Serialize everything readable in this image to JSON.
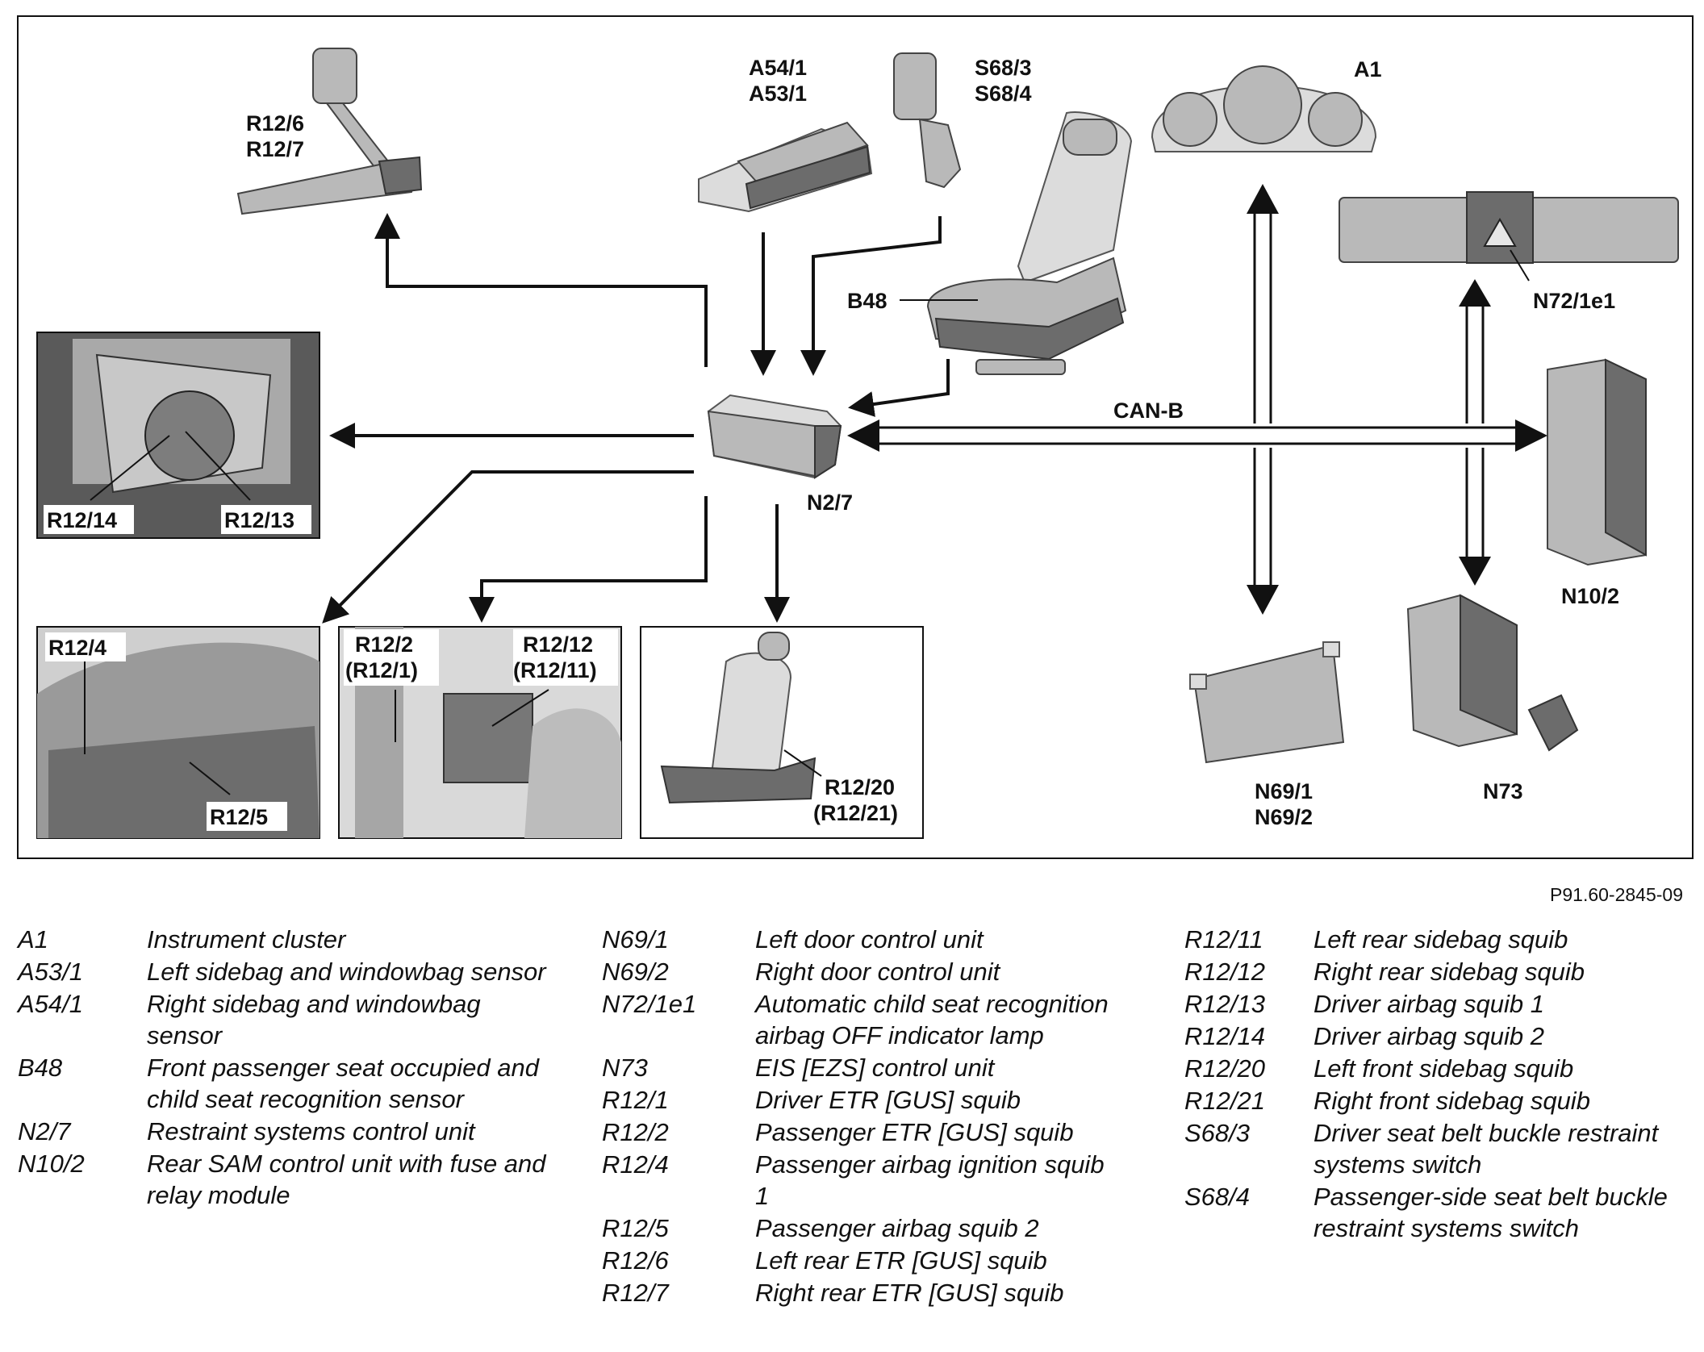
{
  "diagram": {
    "labels": {
      "r12_6": "R12/6",
      "r12_7": "R12/7",
      "a54_1": "A54/1",
      "a53_1": "A53/1",
      "s68_3": "S68/3",
      "s68_4": "S68/4",
      "a1": "A1",
      "b48": "B48",
      "n72_1e1": "N72/1e1",
      "can_b": "CAN-B",
      "n2_7": "N2/7",
      "n10_2": "N10/2",
      "r12_14": "R12/14",
      "r12_13": "R12/13",
      "r12_4": "R12/4",
      "r12_5": "R12/5",
      "r12_2": "R12/2",
      "r12_1p": "(R12/1)",
      "r12_12": "R12/12",
      "r12_11p": "(R12/11)",
      "r12_20": "R12/20",
      "r12_21p": "(R12/21)",
      "n69_1": "N69/1",
      "n69_2": "N69/2",
      "n73": "N73"
    }
  },
  "figure_id": "P91.60-2845-09",
  "legend": {
    "col1": [
      {
        "code": "A1",
        "desc": "Instrument cluster"
      },
      {
        "code": "A53/1",
        "desc": "Left sidebag and windowbag sensor"
      },
      {
        "code": "A54/1",
        "desc": "Right sidebag and windowbag sensor"
      },
      {
        "code": "B48",
        "desc": "Front passenger seat occupied and child seat recognition sensor"
      },
      {
        "code": "N2/7",
        "desc": "Restraint systems control unit"
      },
      {
        "code": "N10/2",
        "desc": "Rear SAM control unit with fuse and relay module"
      }
    ],
    "col2": [
      {
        "code": "N69/1",
        "desc": "Left door control unit"
      },
      {
        "code": "N69/2",
        "desc": "Right door control unit"
      },
      {
        "code": "N72/1e1",
        "desc": "Automatic child seat recognition airbag OFF indicator lamp"
      },
      {
        "code": "N73",
        "desc": "EIS [EZS] control unit"
      },
      {
        "code": "R12/1",
        "desc": "Driver ETR [GUS] squib"
      },
      {
        "code": "R12/2",
        "desc": "Passenger ETR [GUS] squib"
      },
      {
        "code": "R12/4",
        "desc": "Passenger airbag ignition squib 1"
      },
      {
        "code": "R12/5",
        "desc": "Passenger airbag squib 2"
      },
      {
        "code": "R12/6",
        "desc": "Left rear ETR [GUS] squib"
      },
      {
        "code": "R12/7",
        "desc": "Right rear ETR [GUS] squib"
      }
    ],
    "col3": [
      {
        "code": "R12/11",
        "desc": "Left rear sidebag squib"
      },
      {
        "code": "R12/12",
        "desc": "Right rear sidebag squib"
      },
      {
        "code": "R12/13",
        "desc": "Driver airbag squib 1"
      },
      {
        "code": "R12/14",
        "desc": "Driver airbag squib 2"
      },
      {
        "code": "R12/20",
        "desc": "Left front sidebag squib"
      },
      {
        "code": "R12/21",
        "desc": "Right front sidebag squib"
      },
      {
        "code": "S68/3",
        "desc": "Driver seat belt buckle restraint systems switch"
      },
      {
        "code": "S68/4",
        "desc": "Passenger-side seat belt buckle restraint systems switch"
      }
    ]
  }
}
